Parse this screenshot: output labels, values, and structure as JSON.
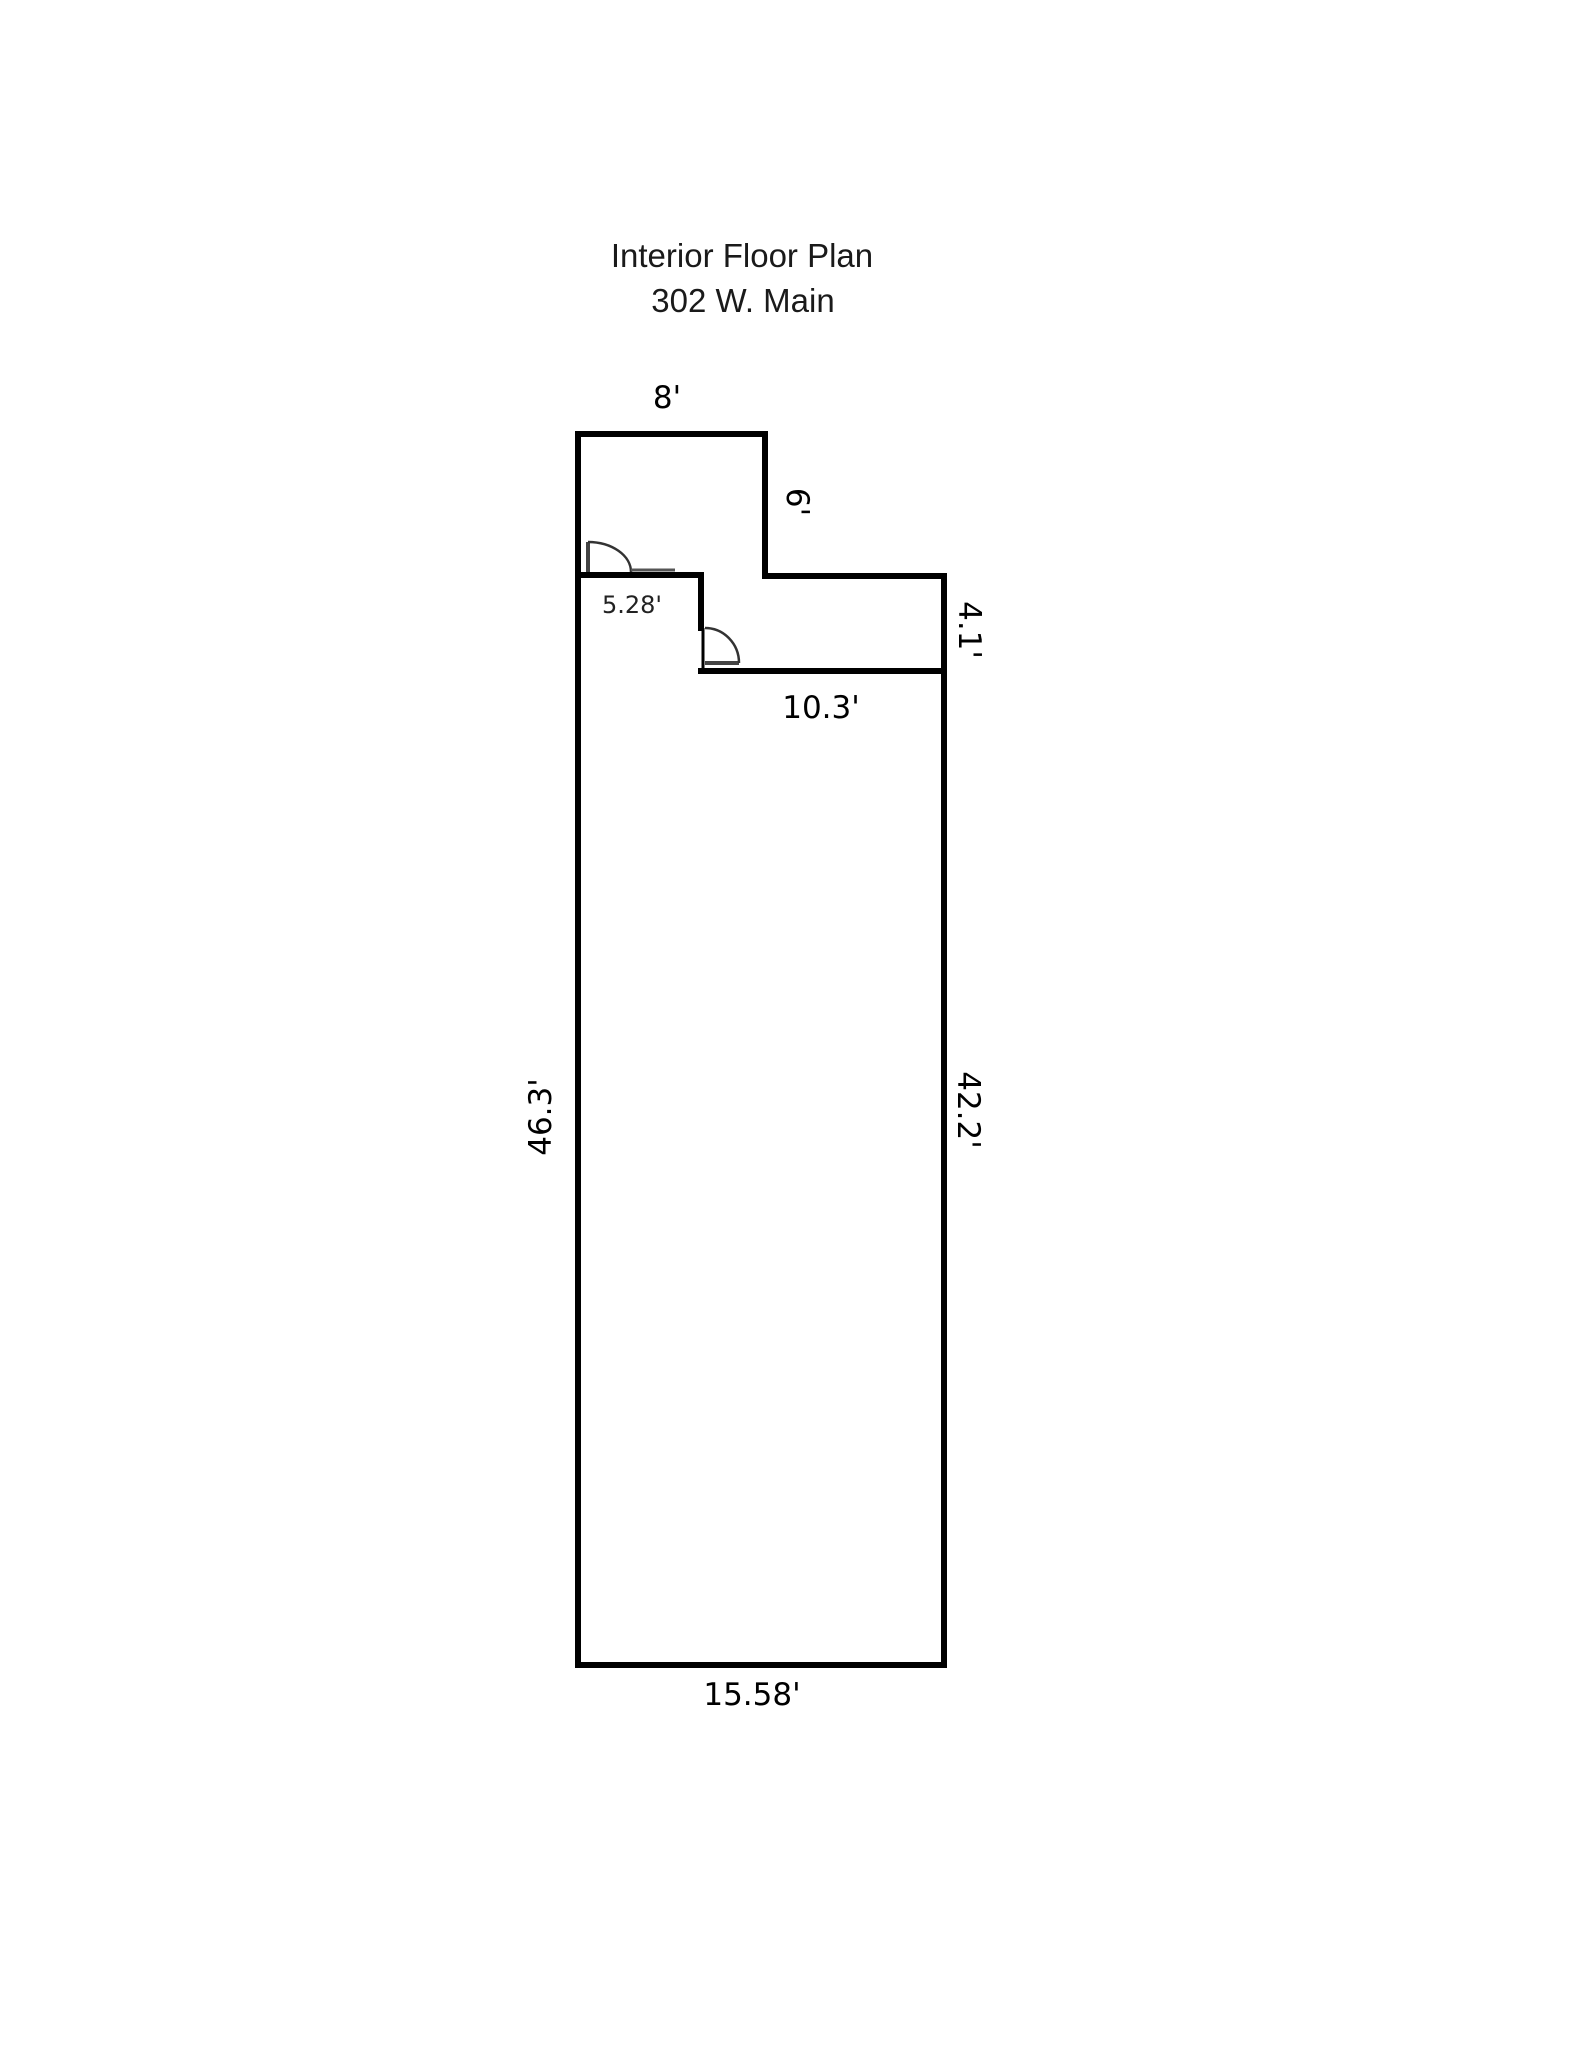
{
  "header": {
    "title": "Interior Floor Plan",
    "address": "302 W. Main"
  },
  "colors": {
    "background": "#ffffff",
    "walls": "#000000",
    "text": "#000000"
  },
  "rooms": [
    {
      "name": "upper-left-room",
      "width_label": "8'",
      "height_label": "6'"
    },
    {
      "name": "upper-right-room",
      "height_label": "4.1'",
      "width_label": "10.3'"
    },
    {
      "name": "main-room",
      "left_label": "46.3'",
      "right_label": "42.2'",
      "bottom_label": "15.58'"
    }
  ],
  "dimensions": {
    "top_width": "8'",
    "small_room_height": "6'",
    "door_offset": "5.28'",
    "right_room_height": "4.1'",
    "right_room_width": "10.3'",
    "left_length": "46.3'",
    "right_length": "42.2'",
    "bottom_width": "15.58'"
  },
  "doors": [
    {
      "name": "door-upper-left-room",
      "icon": "door-swing-icon"
    },
    {
      "name": "door-upper-right-room",
      "icon": "door-swing-icon"
    }
  ]
}
